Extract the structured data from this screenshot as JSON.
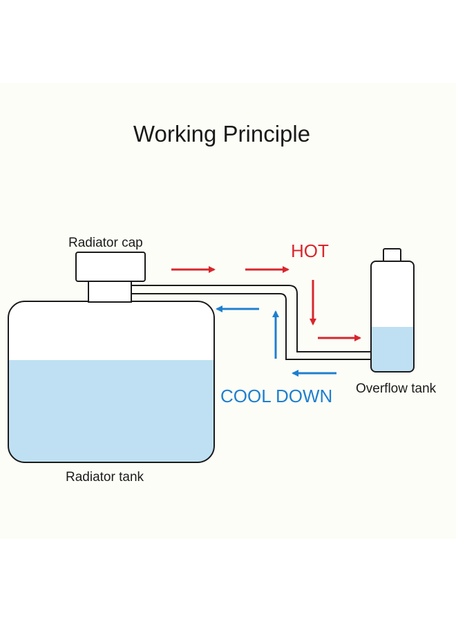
{
  "diagram": {
    "title": "Working Principle",
    "labels": {
      "radiator_cap": "Radiator cap",
      "hot": "HOT",
      "overflow_tank": "Overflow tank",
      "cool_down": "COOL DOWN",
      "radiator_tank": "Radiator tank"
    },
    "colors": {
      "background_band": "#fdfdf7",
      "outline": "#1a1a1a",
      "coolant": "#bfe0f2",
      "hot": "#d8262c",
      "cool": "#1e7fcf"
    },
    "flow_arrows": {
      "hot": [
        "right",
        "right",
        "down",
        "right"
      ],
      "cool": [
        "left",
        "up",
        "left"
      ]
    }
  }
}
